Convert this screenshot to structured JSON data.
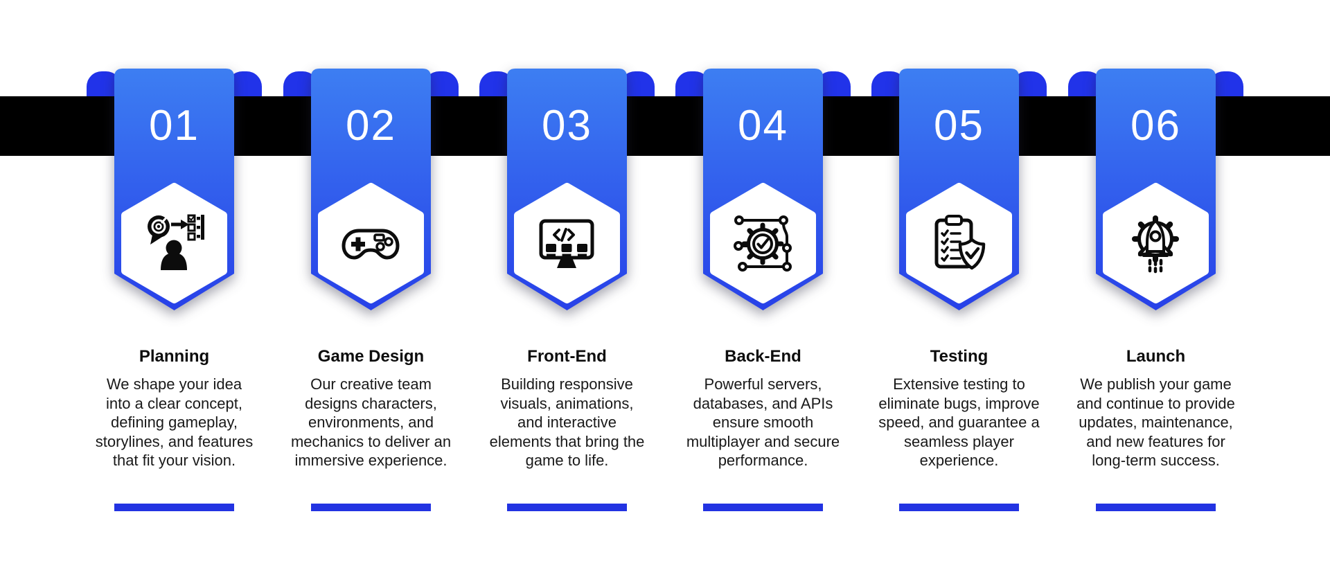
{
  "colors": {
    "background": "#ffffff",
    "timeline_bar": "#000000",
    "ribbon_gradient_top": "#3d7ef2",
    "ribbon_gradient_bottom": "#2740e8",
    "ribbon_fold": "#2133e9",
    "hexagon": "#ffffff",
    "icon_ink": "#0c0c0c",
    "number_text": "#ffffff",
    "accent_underline": "#2233e2",
    "title_text": "#0d0d0d",
    "body_text": "#191919"
  },
  "steps": [
    {
      "number": "01",
      "icon": "planning-icon",
      "title": "Planning",
      "description": "We shape your idea into a clear concept, defining gameplay, storylines, and features that fit your vision."
    },
    {
      "number": "02",
      "icon": "game-controller-icon",
      "title": "Game Design",
      "description": "Our creative team designs characters, environments, and mechanics to deliver an immersive experience."
    },
    {
      "number": "03",
      "icon": "frontend-monitor-code-icon",
      "title": "Front-End",
      "description": "Building responsive visuals, animations, and interactive elements that bring the game to life."
    },
    {
      "number": "04",
      "icon": "backend-gear-flowchart-icon",
      "title": "Back-End",
      "description": "Powerful servers, databases, and APIs ensure smooth multiplayer and secure performance."
    },
    {
      "number": "05",
      "icon": "testing-clipboard-shield-icon",
      "title": "Testing",
      "description": "Extensive testing to eliminate bugs, improve speed, and guarantee a seamless player experience."
    },
    {
      "number": "06",
      "icon": "launch-rocket-gear-icon",
      "title": "Launch",
      "description": "We publish your game and continue to provide updates, maintenance, and new features for long-term success."
    }
  ]
}
